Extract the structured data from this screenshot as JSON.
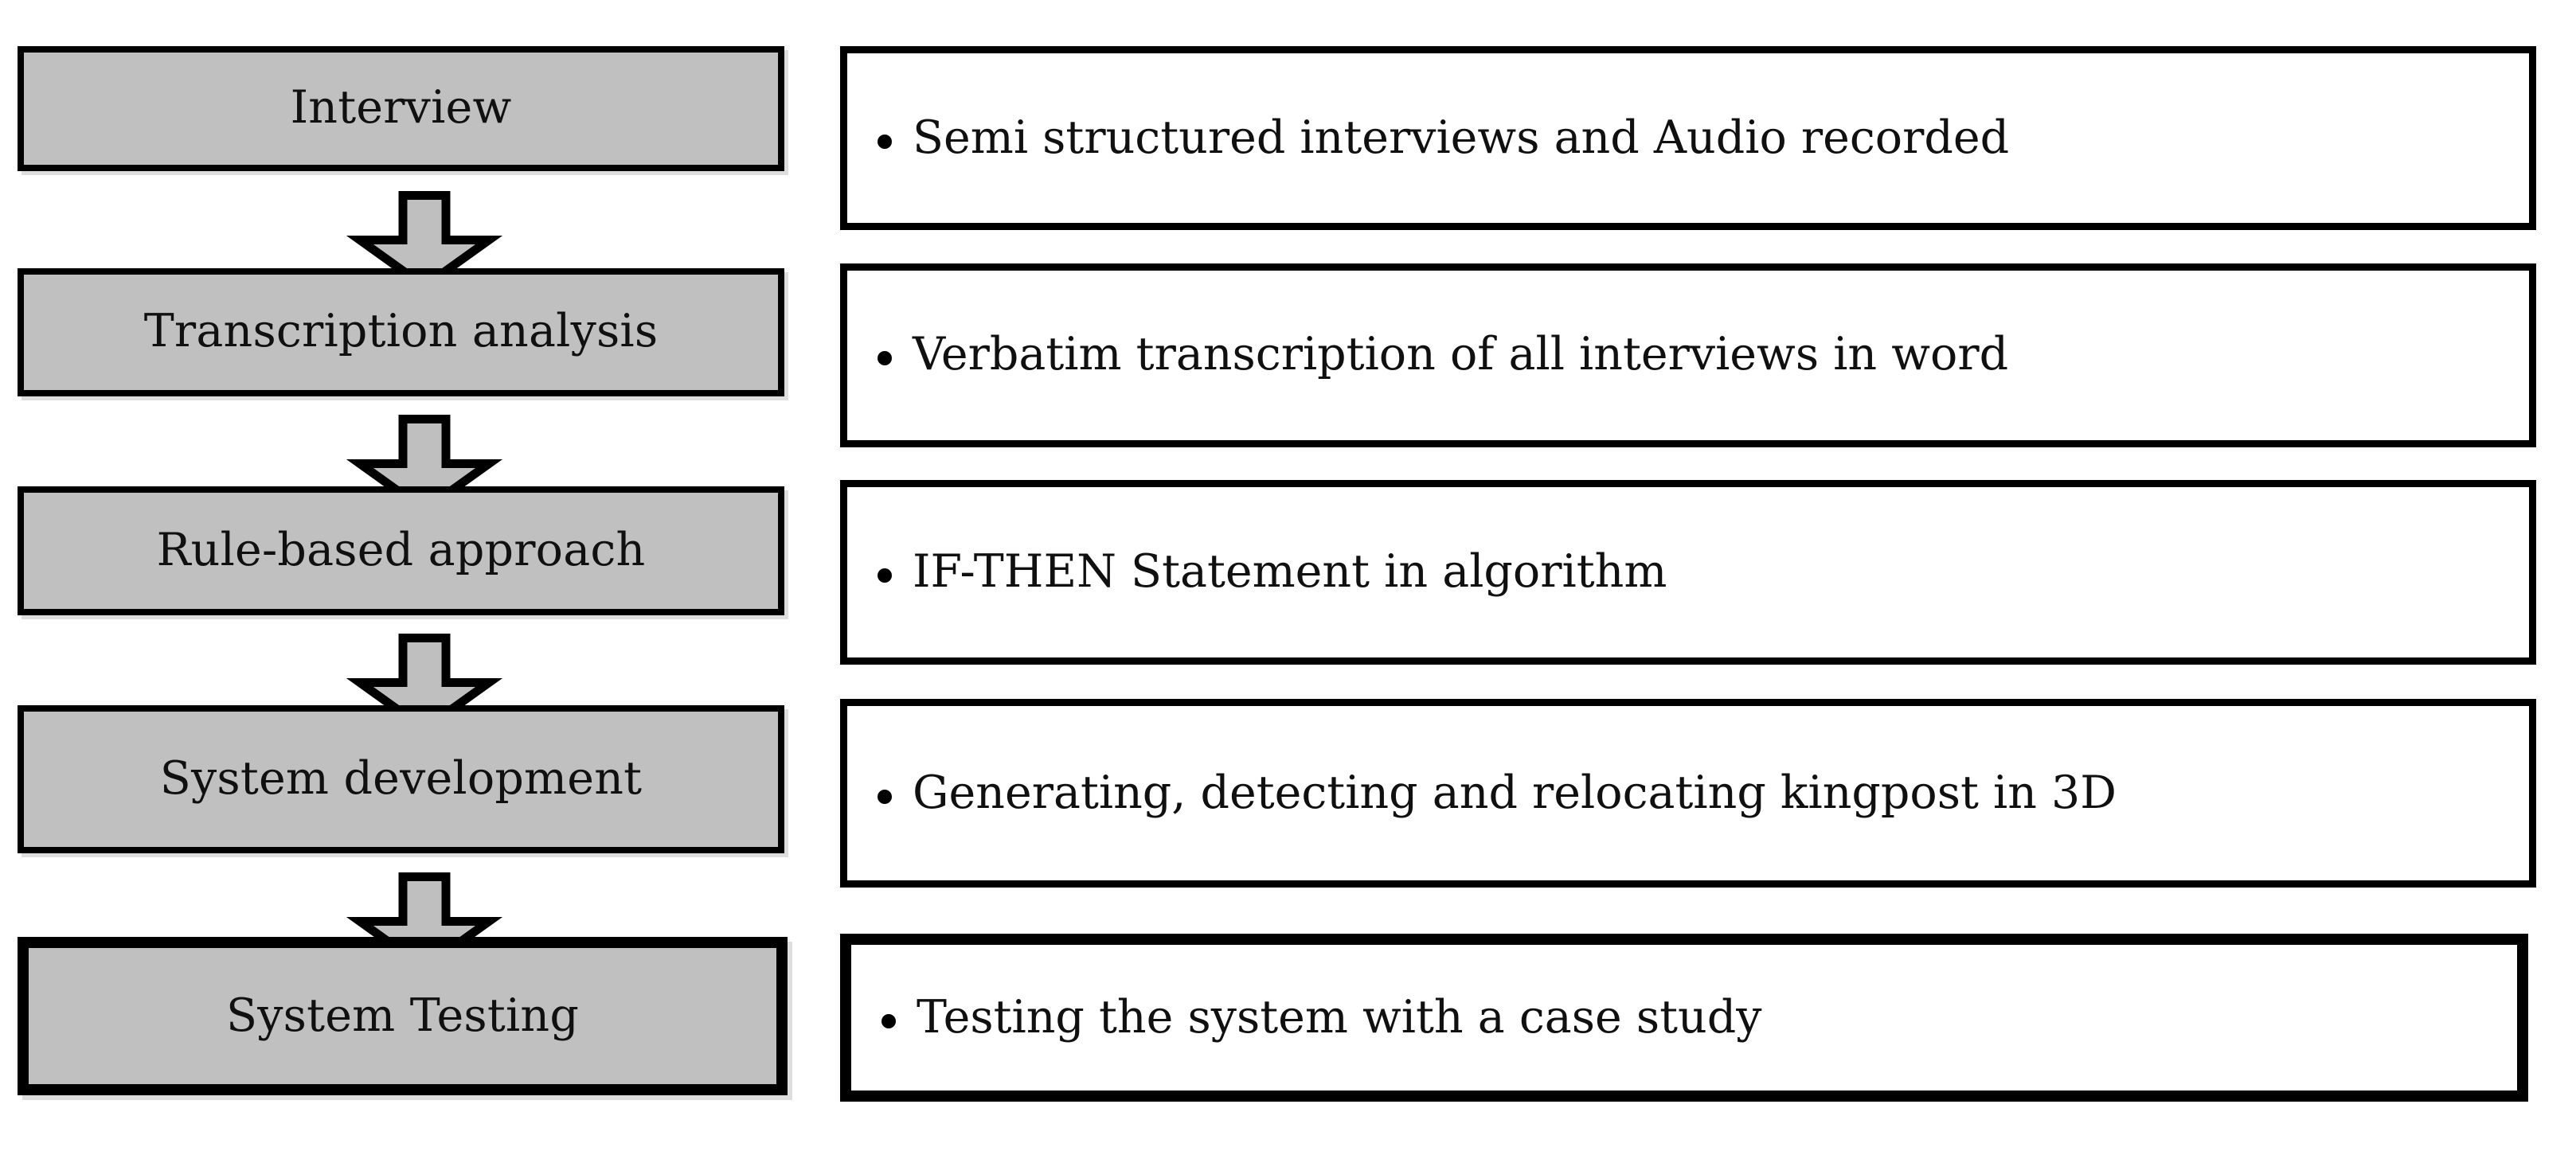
{
  "diagram": {
    "title": "Research methodology flowchart",
    "type": "vertical-process-flow",
    "colors": {
      "stage_fill": "#c0c0c0",
      "detail_fill": "#ffffff",
      "outline": "#000000",
      "text": "#101010"
    },
    "bullet_glyph": "bullet-dot-icon",
    "arrow_glyph": "down-arrow-callout-icon",
    "steps": [
      {
        "index": 1,
        "stage": "Interview",
        "detail": "Semi structured interviews and Audio recorded",
        "has_arrow_below": true
      },
      {
        "index": 2,
        "stage": "Transcription analysis",
        "detail": "Verbatim transcription of all interviews in word",
        "has_arrow_below": true
      },
      {
        "index": 3,
        "stage": "Rule-based approach",
        "detail": "IF-THEN Statement in algorithm",
        "has_arrow_below": true
      },
      {
        "index": 4,
        "stage": "System development",
        "detail": "Generating, detecting and relocating kingpost in 3D",
        "has_arrow_below": true
      },
      {
        "index": 5,
        "stage": "System Testing",
        "detail": "Testing the system with a case study",
        "has_arrow_below": false
      }
    ]
  }
}
